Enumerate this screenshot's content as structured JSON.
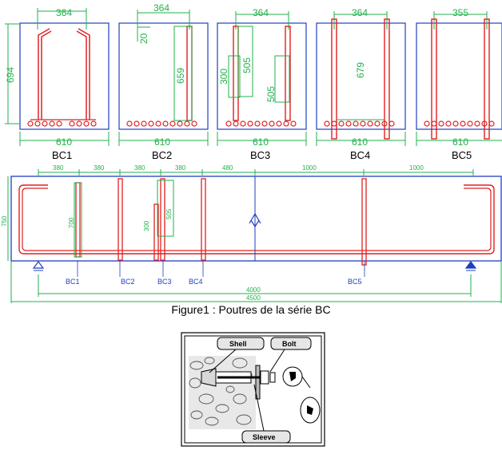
{
  "sections": [
    {
      "name": "BC1",
      "width": "610",
      "top": "364",
      "height": "694"
    },
    {
      "name": "BC2",
      "width": "610",
      "top": "364",
      "dim_a": "20",
      "dim_b": "659"
    },
    {
      "name": "BC3",
      "width": "610",
      "top": "364",
      "dim_a": "300",
      "dim_b": "505",
      "dim_c": "505"
    },
    {
      "name": "BC4",
      "width": "610",
      "top": "364",
      "dim_a": "679"
    },
    {
      "name": "BC5",
      "width": "610",
      "top": "355"
    }
  ],
  "beam": {
    "height": "750",
    "spacings": [
      "380",
      "380",
      "380",
      "380",
      "480",
      "1000",
      "1000"
    ],
    "stirrup_dims": [
      "700",
      "300",
      "505"
    ],
    "span": "4000",
    "total": "4500",
    "markers": [
      "BC1",
      "BC2",
      "BC3",
      "BC4",
      "BC5"
    ]
  },
  "caption": "Figure1 : Poutres de la série BC",
  "anchor": {
    "shell": "Shell",
    "bolt": "Bolt",
    "sleeve": "Sleeve"
  },
  "colors": {
    "concrete_outline": "#1f3fbf",
    "rebar": "#e02020",
    "dimension": "#22b14c"
  }
}
